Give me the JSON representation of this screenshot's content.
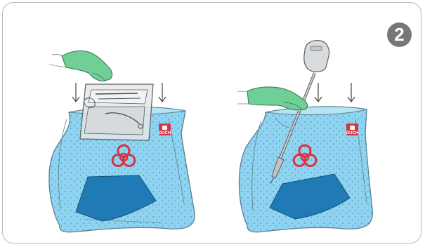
{
  "step": {
    "number": "2"
  },
  "panels": [
    {
      "id": "left",
      "brand_label": "DUCH"
    },
    {
      "id": "right",
      "brand_label": "DUCH"
    }
  ],
  "colors": {
    "bag_fill": "#8ed3ef",
    "bag_stroke": "#5a7f92",
    "pad_fill": "#1f7ab6",
    "glove_fill": "#6fcf97",
    "biohazard": "#d93240",
    "badge_bg": "#777777"
  },
  "icons": [
    "biohazard-icon",
    "brand-logo-icon",
    "down-arrow-icon"
  ]
}
